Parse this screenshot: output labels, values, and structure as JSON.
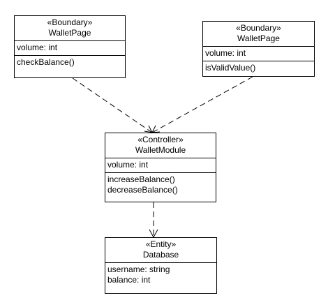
{
  "diagram": {
    "classes": [
      {
        "id": "wallet-page-1",
        "stereotype": "«Boundary»",
        "name": "WalletPage",
        "attributes": [
          "volume: int"
        ],
        "operations": [
          "checkBalance()"
        ]
      },
      {
        "id": "wallet-page-2",
        "stereotype": "«Boundary»",
        "name": "WalletPage",
        "attributes": [
          "volume: int"
        ],
        "operations": [
          "isValidValue()"
        ]
      },
      {
        "id": "wallet-module",
        "stereotype": "«Controller»",
        "name": "WalletModule",
        "attributes": [
          "volume: int"
        ],
        "operations": [
          "increaseBalance()",
          "decreaseBalance()"
        ]
      },
      {
        "id": "database",
        "stereotype": "«Entity»",
        "name": "Database",
        "attributes": [
          "username: string",
          "balance: int"
        ],
        "operations": []
      }
    ],
    "dependencies": [
      {
        "from": "wallet-page-1",
        "to": "wallet-module",
        "style": "dashed",
        "arrowhead": "open"
      },
      {
        "from": "wallet-page-2",
        "to": "wallet-module",
        "style": "dashed",
        "arrowhead": "open"
      },
      {
        "from": "wallet-module",
        "to": "database",
        "style": "dashed",
        "arrowhead": "open"
      }
    ]
  }
}
